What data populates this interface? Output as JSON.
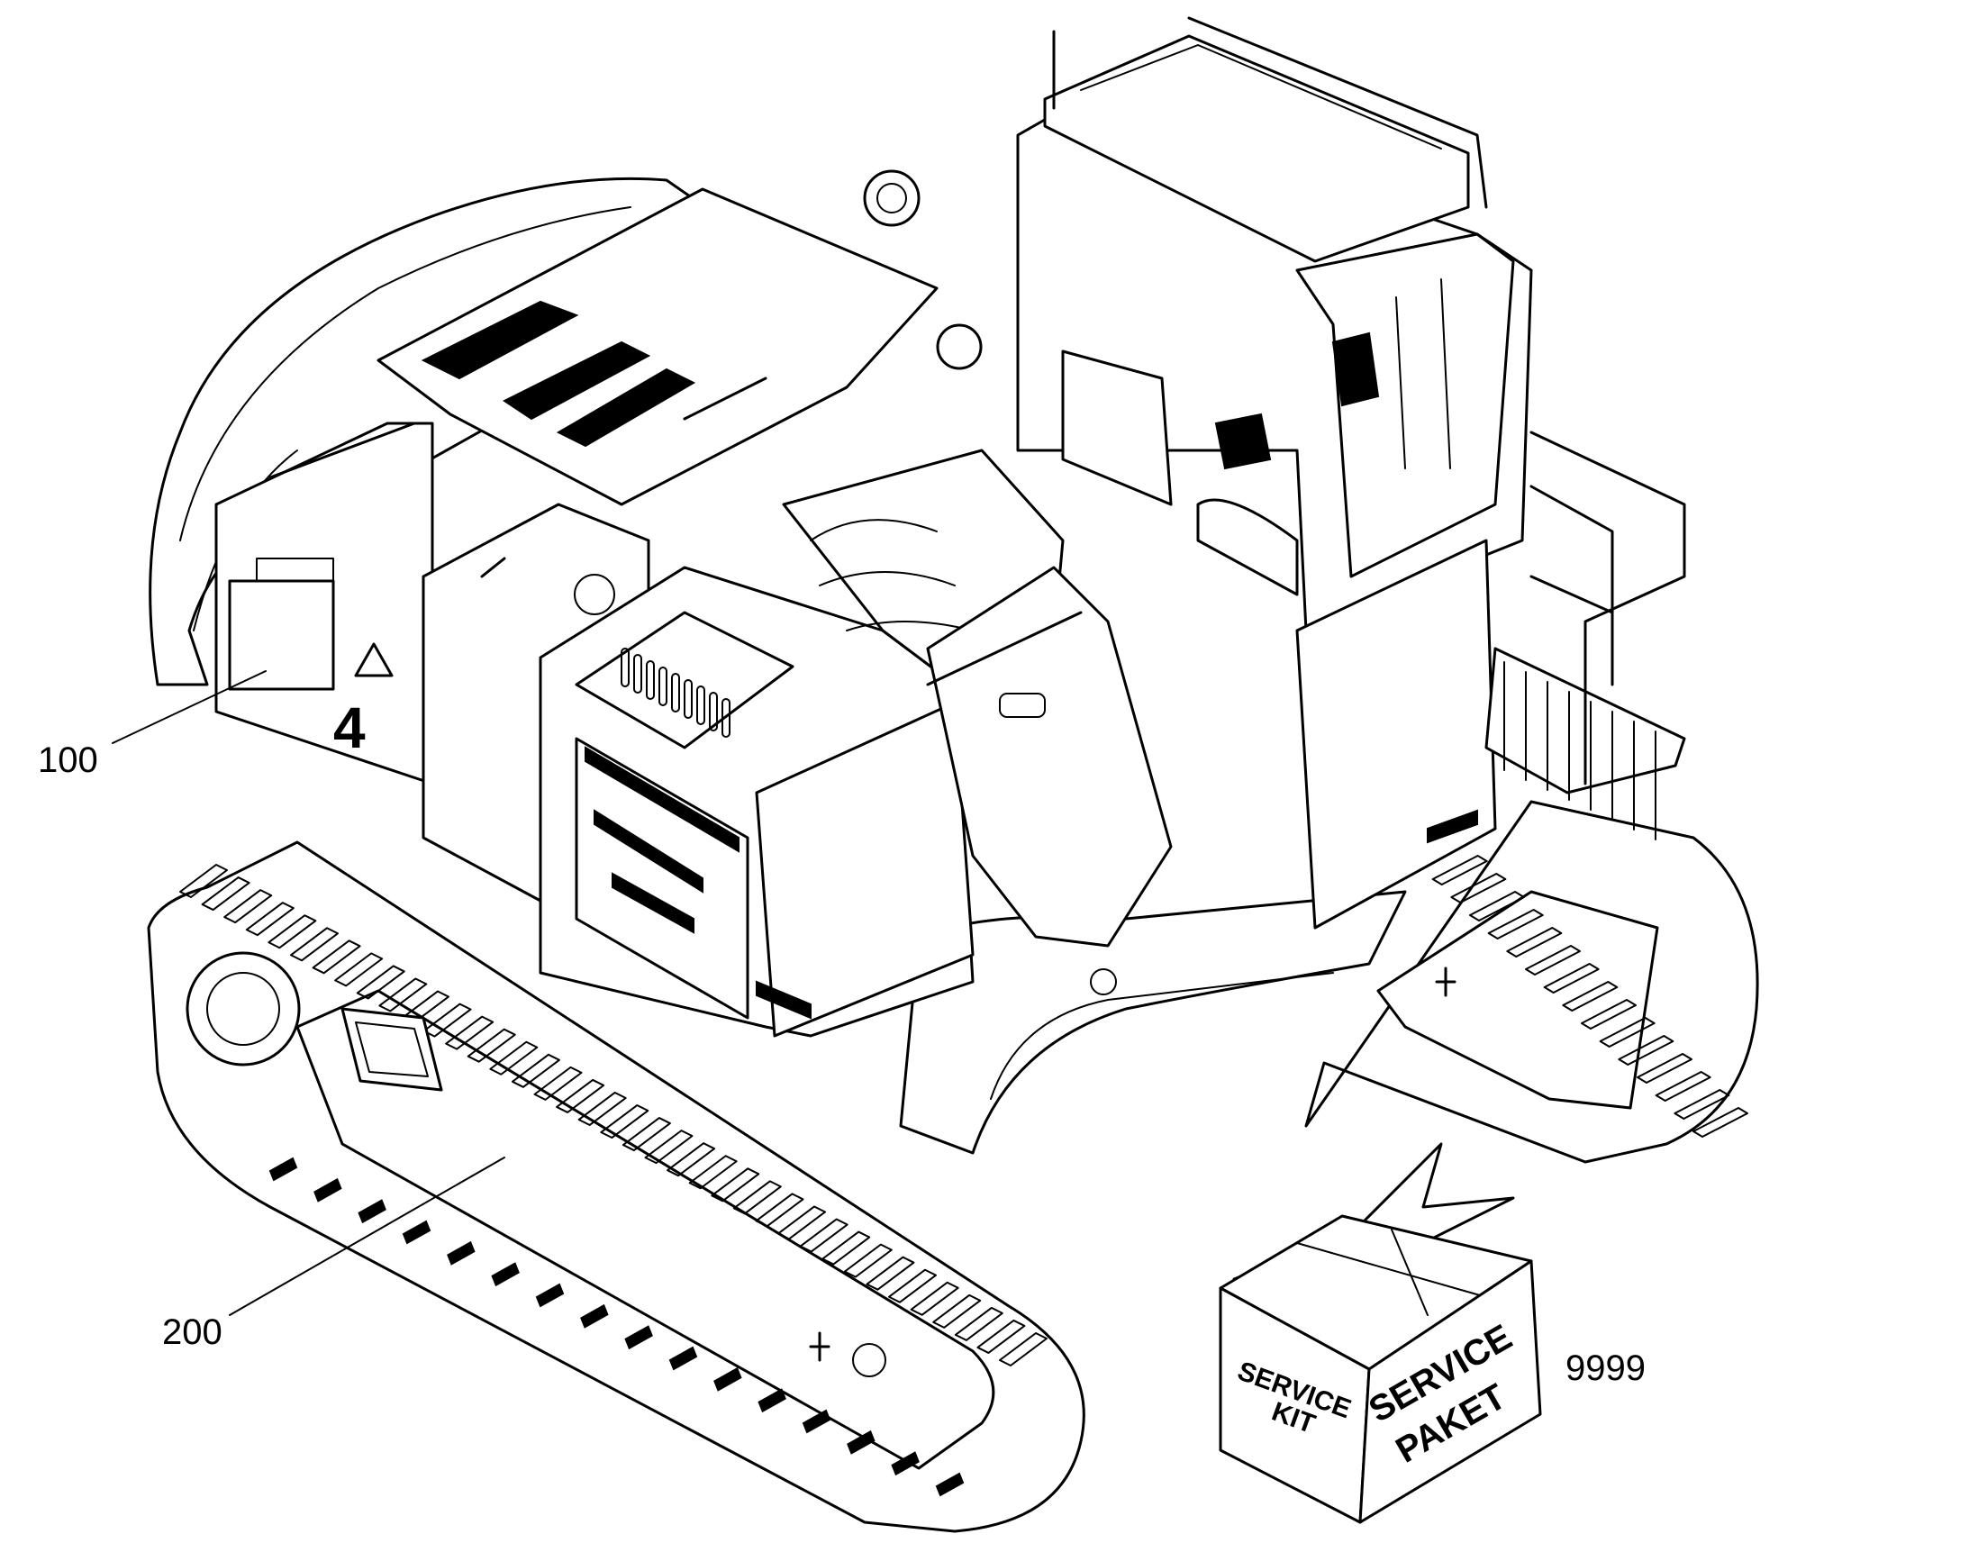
{
  "callouts": {
    "superstructure": "100",
    "undercarriage": "200",
    "service_kit": "9999"
  },
  "box": {
    "side_line1": "SERVICE",
    "side_line2": "KIT",
    "front_line1": "SERVICE",
    "front_line2": "PAKET"
  },
  "machine": {
    "model_mark": "4"
  },
  "colors": {
    "line": "#000000",
    "background": "#ffffff"
  }
}
